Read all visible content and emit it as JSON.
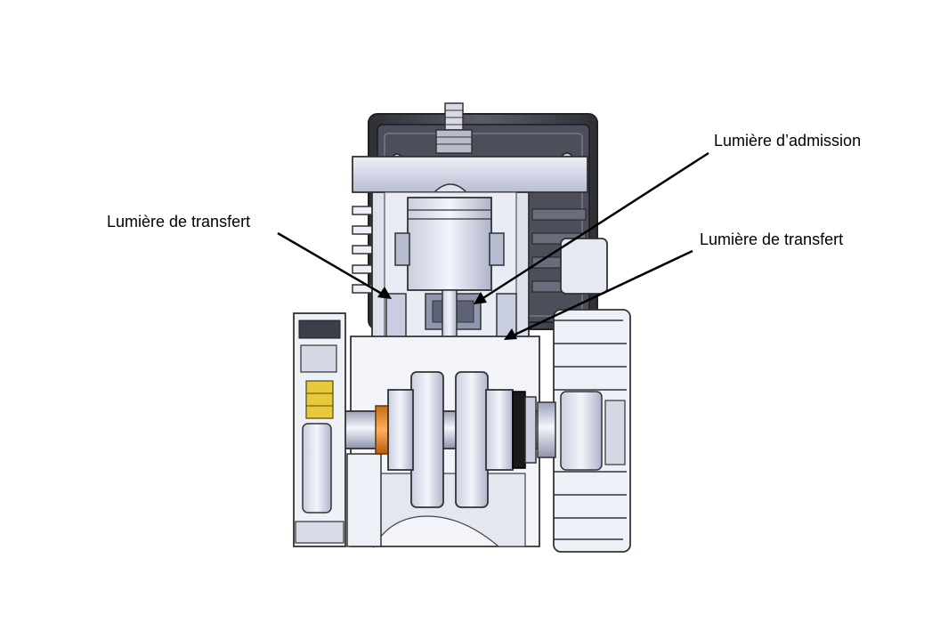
{
  "labels": {
    "admission": "Lumière d’admission",
    "transfert_left": "Lumière de transfert",
    "transfert_right": "Lumière de transfert"
  },
  "colors": {
    "metal_light": "#e8ebf5",
    "metal_mid": "#b9bfd4",
    "metal_dark": "#6e7488",
    "head_dark": "#3a3c44",
    "bearing_orange": "#f08a1c",
    "needle_yellow": "#e8c83c",
    "seal_black": "#1a1a1a",
    "arrow": "#000000"
  }
}
